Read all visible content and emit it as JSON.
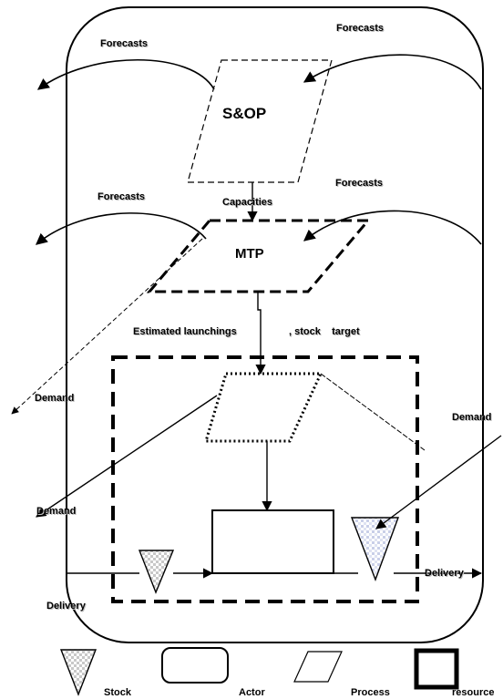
{
  "labels": {
    "forecasts_top_left": "Forecasts",
    "forecasts_top_right": "Forecasts",
    "sop": "S&OP",
    "forecasts_mid_left": "Forecasts",
    "forecasts_mid_right": "Forecasts",
    "capacities": "Capacities",
    "mtp": "MTP",
    "estimated_launchings": "Estimated launchings",
    "stock_target": ", stock    target",
    "demand_left_upper": "Demand",
    "demand_left_lower": "Demand",
    "demand_right": "Demand",
    "delivery_left": "Delivery",
    "delivery_right": "Delivery"
  },
  "legend": {
    "stock": "Stock",
    "actor": "Actor",
    "process": "Process",
    "resource": "resource"
  }
}
